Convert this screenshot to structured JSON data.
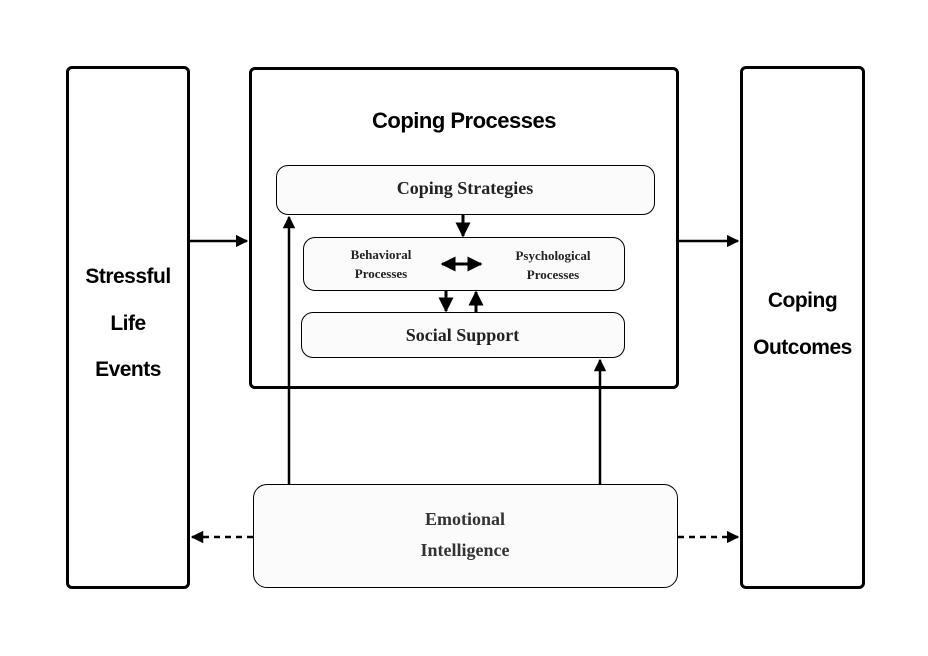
{
  "left_box": {
    "lines": [
      "Stressful",
      "Life",
      "Events"
    ]
  },
  "right_box": {
    "lines": [
      "Coping",
      "Outcomes"
    ]
  },
  "center": {
    "title": "Coping Processes",
    "strategies": "Coping Strategies",
    "behavioral": [
      "Behavioral",
      "Processes"
    ],
    "psychological": [
      "Psychological",
      "Processes"
    ],
    "social_support": "Social Support"
  },
  "bottom_box": {
    "lines": [
      "Emotional",
      "Intelligence"
    ]
  }
}
